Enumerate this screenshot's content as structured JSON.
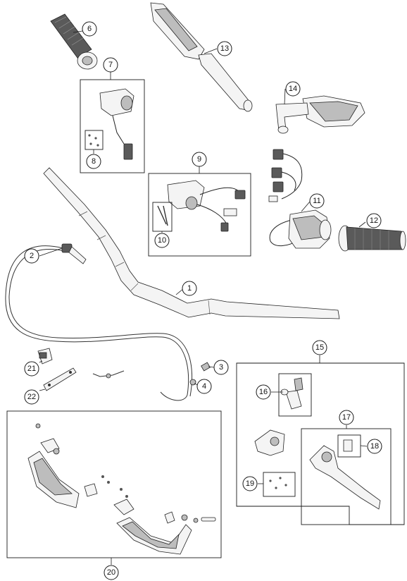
{
  "callouts": {
    "c1": "1",
    "c2": "2",
    "c3": "3",
    "c4": "4",
    "c6": "6",
    "c7": "7",
    "c8": "8",
    "c9": "9",
    "c10": "10",
    "c11": "11",
    "c12": "12",
    "c13": "13",
    "c14": "14",
    "c15": "15",
    "c16": "16",
    "c17": "17",
    "c18": "18",
    "c19": "19",
    "c20": "20",
    "c21": "21",
    "c22": "22"
  }
}
